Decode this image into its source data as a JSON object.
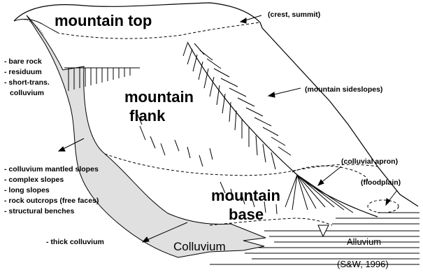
{
  "zones": {
    "top": "mountain top",
    "flank_line1": "mountain",
    "flank_line2": "flank",
    "base_line1": "mountain",
    "base_line2": "base"
  },
  "callouts": {
    "crest": "(crest, summit)",
    "sideslopes": "(mountain sideslopes)",
    "apron": "(colluvial apron)",
    "floodplain": "(floodplain)"
  },
  "notes_top": [
    "- bare rock",
    "- residuum",
    "- short-trans.",
    "colluvium"
  ],
  "notes_flank": [
    "- colluvium mantled slopes",
    "- complex slopes",
    "- long slopes",
    "- rock outcrops (free faces)",
    "- structural benches"
  ],
  "notes_base": "- thick colluvium",
  "deposits": {
    "colluvium": "Colluvium",
    "alluvium": "Alluvium",
    "citation": "(S&W, 1996)"
  },
  "colors": {
    "fill_colluvium": "#e0e0e0",
    "line": "#000000"
  }
}
